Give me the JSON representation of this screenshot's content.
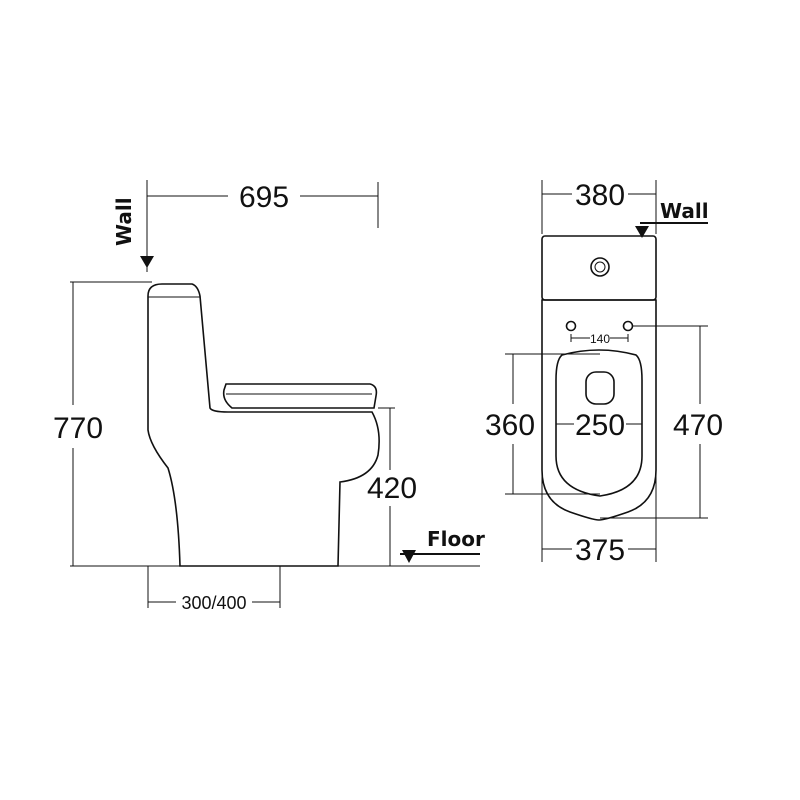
{
  "side_view": {
    "depth": "695",
    "height": "770",
    "seat_height": "420",
    "rough_in": "300/400",
    "wall_label": "Wall",
    "floor_label": "Floor"
  },
  "top_view": {
    "tank_width": "380",
    "bowl_width": "375",
    "bolt_spacing": "140",
    "seat_opening": "250",
    "bowl_length": "360",
    "seat_length": "470",
    "wall_label": "Wall"
  }
}
